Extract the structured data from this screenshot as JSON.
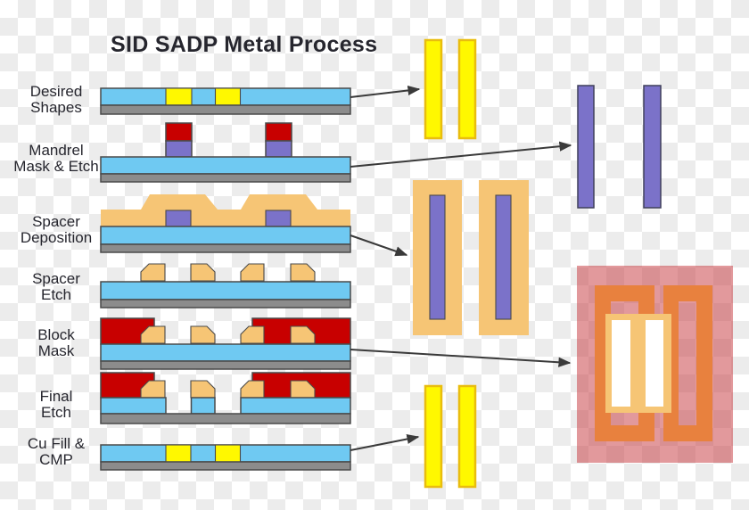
{
  "title": "SID SADP Metal Process",
  "steps": [
    {
      "line1": "Desired",
      "line2": "Shapes"
    },
    {
      "line1": "Mandrel",
      "line2": "Mask & Etch"
    },
    {
      "line1": "Spacer",
      "line2": "Deposition"
    },
    {
      "line1": "Spacer",
      "line2": "Etch"
    },
    {
      "line1": "Block",
      "line2": "Mask"
    },
    {
      "line1": "Final",
      "line2": "Etch"
    },
    {
      "line1": "Cu Fill &",
      "line2": "CMP"
    }
  ],
  "colors": {
    "text": "#26262E",
    "substrate_gray": "#8C8C8C",
    "dielectric_blue": "#6FC9F2",
    "metal_yellow": "#FFF800",
    "yellow_border": "#E9BD0E",
    "hardmask_red": "#C80000",
    "mandrel_purple": "#7B72C9",
    "purple_border": "#3F3F5A",
    "spacer_tan": "#F6C575",
    "spacer_orange": "#E8813E",
    "block_mask_pink": "rgba(200,60,66,0.52)",
    "outline_dark": "#4A4A4A",
    "arrow": "#3A3A3A",
    "checker_light": "#ECECEC"
  }
}
